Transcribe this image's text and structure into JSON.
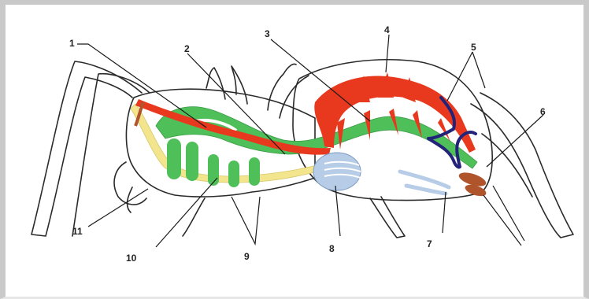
{
  "labels": {
    "l1": "1",
    "l2": "2",
    "l3": "3",
    "l4": "4",
    "l5": "5",
    "l6": "6",
    "l7": "7",
    "l8": "8",
    "l9": "9",
    "l10": "10",
    "l11": "11"
  },
  "colors": {
    "heart_red": "#e8391f",
    "gut_green": "#4fbf5a",
    "nerve_yellow": "#f3e58e",
    "gland_navy": "#23237a",
    "lung_blue": "#b7cce6",
    "spinneret_brown": "#b0542c",
    "outline": "#2a2a2a"
  }
}
